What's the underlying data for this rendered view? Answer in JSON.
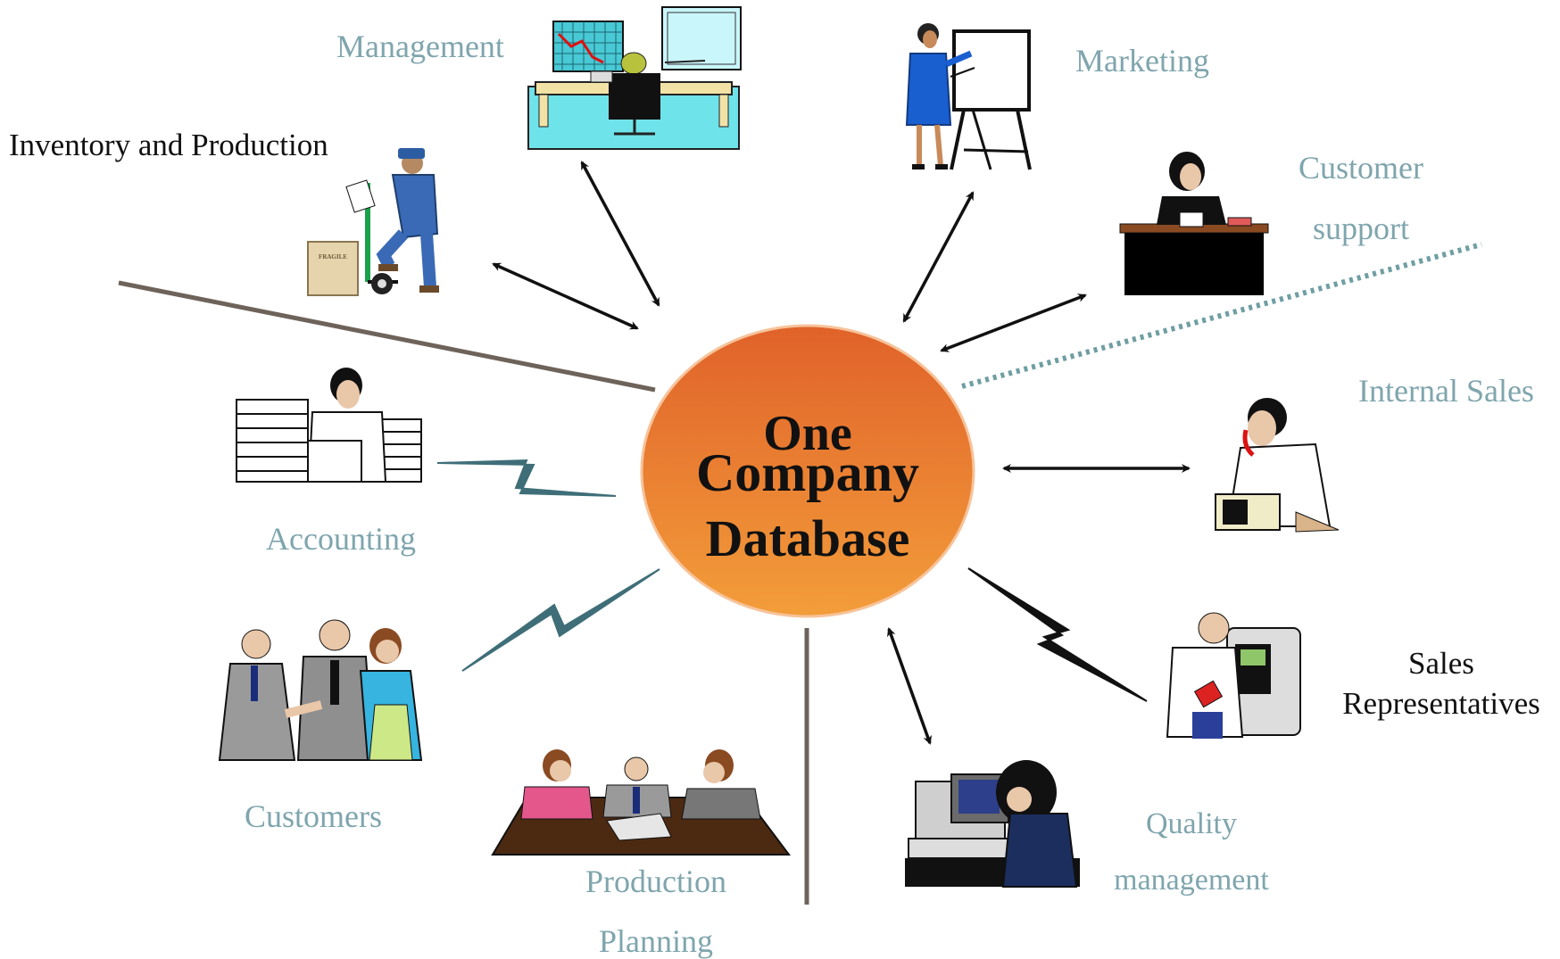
{
  "hub": {
    "line1": "One",
    "line2": "Company",
    "line3": "Database"
  },
  "labels": {
    "management": "Management",
    "marketing": "Marketing",
    "inventory": "Inventory and Production",
    "customer_support_1": "Customer",
    "customer_support_2": "support",
    "internal_sales": "Internal Sales",
    "accounting": "Accounting",
    "sales_reps_1": "Sales",
    "sales_reps_2": "Representatives",
    "customers": "Customers",
    "quality_1": "Quality",
    "quality_2": "management",
    "production_1": "Production",
    "production_2": "Planning"
  },
  "box_text": "FRAGILE",
  "colors": {
    "teal_label": "#7fa5ad",
    "hub_top": "#e2692b",
    "hub_bottom": "#f29b39",
    "connector": "#6e635a",
    "lightning": "#3f6e78",
    "dotted": "#6f9ea2"
  }
}
